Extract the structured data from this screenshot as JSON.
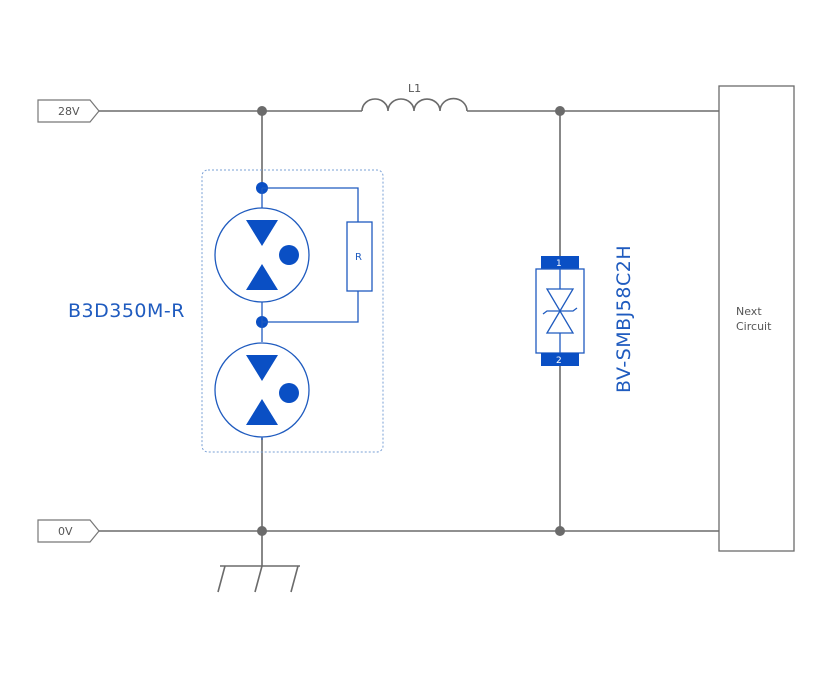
{
  "inputs": {
    "positive": "28V",
    "ground": "0V"
  },
  "inductor": {
    "label": "L1"
  },
  "gdt": {
    "part": "B3D350M-R",
    "resistor": "R"
  },
  "tvs": {
    "part": "BV-SMBJ58C2H",
    "pin_top": "1",
    "pin_bottom": "2"
  },
  "load": {
    "line1": "Next",
    "line2": "Circuit"
  },
  "colors": {
    "wire": "#6b6b6b",
    "accent": "#1f5bbf",
    "fill": "#0a4fc4"
  }
}
